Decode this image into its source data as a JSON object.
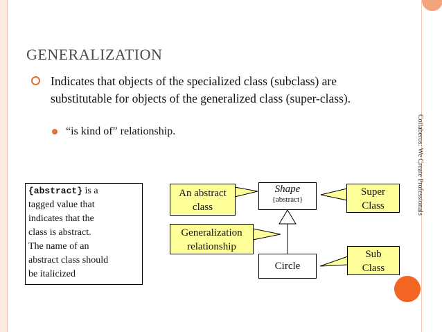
{
  "slide": {
    "title": "GENERALIZATION",
    "bullet": "Indicates that objects of the specialized class (subclass) are substitutable for objects of the generalized class (super-class).",
    "sub_bullet": "“is kind of” relationship.",
    "sidebar_text": "Collaberos: We Create Professionals"
  },
  "note": {
    "code": "{abstract}",
    "line1_rest": " is a",
    "lines": [
      "tagged value that",
      "indicates that the",
      "class is abstract.",
      "The name of an",
      "abstract class should",
      "be italicized"
    ]
  },
  "diagram": {
    "superclass_name": "Shape",
    "superclass_stereotype": "{abstract}",
    "subclass_name": "Circle",
    "callouts": {
      "abstract_class": [
        "An abstract",
        "class"
      ],
      "super_class": [
        "Super",
        "Class"
      ],
      "generalization": [
        "Generalization",
        "relationship"
      ],
      "sub_class": [
        "Sub",
        "Class"
      ]
    }
  },
  "colors": {
    "accent": "#e0703a",
    "callout_fill": "#ffff99",
    "orange_dot": "#f26522"
  }
}
